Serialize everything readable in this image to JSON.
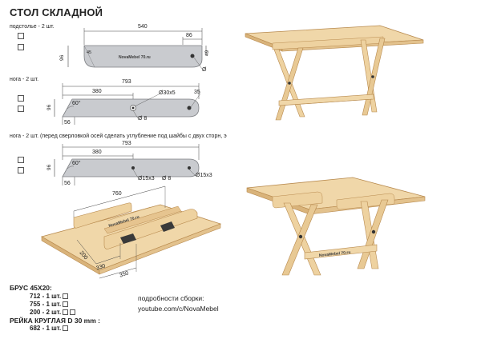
{
  "title": "СТОЛ СКЛАДНОЙ",
  "parts": {
    "top": {
      "label": "подстолье - 2 шт.",
      "dim_length": "540",
      "dim_end": "86",
      "dim_height": "96",
      "dim_small": "45",
      "dim_right": "49",
      "dim_dia": "Ø",
      "stamp": "NovaMebel 70.ru"
    },
    "leg1": {
      "label": "нога - 2 шт.",
      "dim_total": "793",
      "dim_inner": "380",
      "dim_hole": "Ø30x5",
      "dim_end": "35",
      "dim_height": "96",
      "dim_angle": "60°",
      "dim_pin": "Ø 8",
      "dim_bottom": "56"
    },
    "leg2": {
      "label": "нога - 2 шт. (перед сверловкой осей сделать углубление под шайбы с двух сторн, э",
      "dim_total": "793",
      "dim_inner": "380",
      "dim_angle": "60°",
      "dim_height": "96",
      "dim_h1": "Ø15x3",
      "dim_h2": "Ø 8",
      "dim_h3": "Ø15x3",
      "dim_bottom": "56"
    }
  },
  "assembly": {
    "dim_width": "760",
    "dim_a": "200",
    "dim_b": "330",
    "dim_c": "350",
    "stamp": "NovaMebel 70.ru"
  },
  "bom": {
    "brus_title": "БРУС 45X20:",
    "brus_items": [
      {
        "text": "712 - 1 шт.",
        "boxes": 1
      },
      {
        "text": "755 - 1 шт.",
        "boxes": 1
      },
      {
        "text": "200 - 2 шт.",
        "boxes": 2
      }
    ],
    "rail_title": "РЕЙКА КРУГЛАЯ D 30 mm :",
    "rail_items": [
      {
        "text": "682 - 1 шт.",
        "boxes": 1
      }
    ]
  },
  "info": {
    "heading": "подробности сборки:",
    "link": "youtube.com/c/NovaMebel"
  },
  "colors": {
    "wood": "#f0d7a9",
    "wood_dark": "#d9b37a",
    "wood_line": "#b88a4e",
    "part_gray": "#c9cbcf",
    "part_line": "#7d7f83"
  }
}
